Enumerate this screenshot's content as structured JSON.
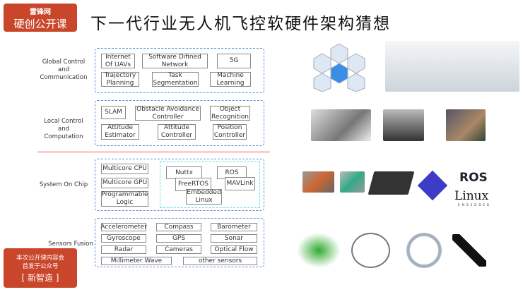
{
  "logo": {
    "line1": "雷锋网",
    "line2": "硬创公开课"
  },
  "title": "下一代行业无人机飞控软硬件架构猜想",
  "groups": {
    "global": {
      "label_lines": [
        "Global Control",
        "and",
        "Communication"
      ],
      "items": [
        "Internet Of UAVs",
        "Software Difined Network",
        "5G",
        "Trajectory Planning",
        "Task Segmentation",
        "Machine Learning"
      ]
    },
    "local": {
      "label_lines": [
        "Local Control",
        "and",
        "Computation"
      ],
      "items": [
        "SLAM",
        "Obstacle Avoidance Controller",
        "Object Recognition",
        "Attitude Estimator",
        "Attitude Controller",
        "Position Controller"
      ]
    },
    "soc": {
      "label": "System On Chip",
      "items": [
        "Multicore CPU",
        "Multicore GPU",
        "Programmable Logic"
      ],
      "os": [
        "Nuttx",
        "FreeRTOS",
        "Embedded Linux",
        "ROS",
        "MAVLink"
      ]
    },
    "sensors": {
      "label": "Sensors Fusion",
      "items": [
        "Accelerometer",
        "Compass",
        "Barometer",
        "Gyroscope",
        "GPS",
        "Sonar",
        "Radar",
        "Cameras",
        "Optical Flow",
        "Millimeter Wave",
        "other sensors"
      ]
    }
  },
  "footer_badge": {
    "line1": "本次公开课内容会",
    "line2": "首发于公众号",
    "line3": "[  新智造  ]"
  },
  "images": {
    "ros": "ROS",
    "linux": "Linux",
    "linux_sub": "EMBEDDED"
  },
  "colors": {
    "brand": "#c9462a",
    "divider": "#f05a5a",
    "group_border": "#5b93d8",
    "os_border": "#5fe0e8"
  }
}
